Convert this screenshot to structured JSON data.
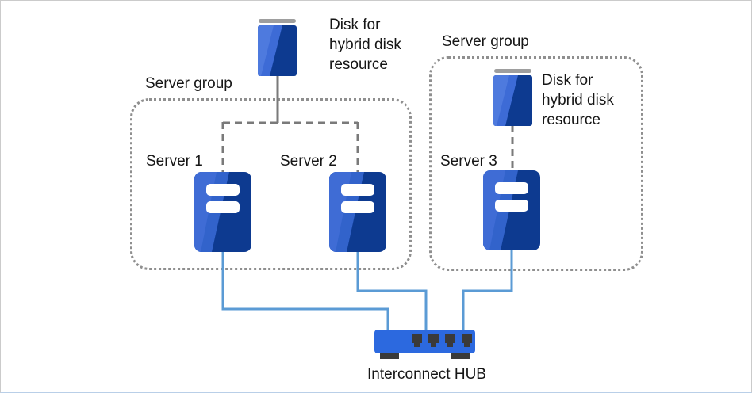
{
  "diagram": {
    "groups": [
      {
        "label": "Server group"
      },
      {
        "label": "Server group"
      }
    ],
    "disks": [
      {
        "label": "Disk for\nhybrid disk\nresource"
      },
      {
        "label": "Disk for\nhybrid disk\nresource"
      }
    ],
    "servers": [
      {
        "label": "Server 1"
      },
      {
        "label": "Server 2"
      },
      {
        "label": "Server 3"
      }
    ],
    "hub": {
      "label": "Interconnect HUB"
    },
    "colors": {
      "server-light": "#3f6cd5",
      "server-mid": "#3263cb",
      "server-dark": "#0d3a90",
      "disk-light": "#3d6bd6",
      "disk-highlight": "#4e7ade",
      "disk-lid": "#9e9e9e",
      "hub-body": "#2c69df",
      "port-dark": "#3a3a3a",
      "wire-blue": "#5b9bd5",
      "connector-gray": "#7a7a7a",
      "border-dotted": "#8f8f8f"
    }
  }
}
